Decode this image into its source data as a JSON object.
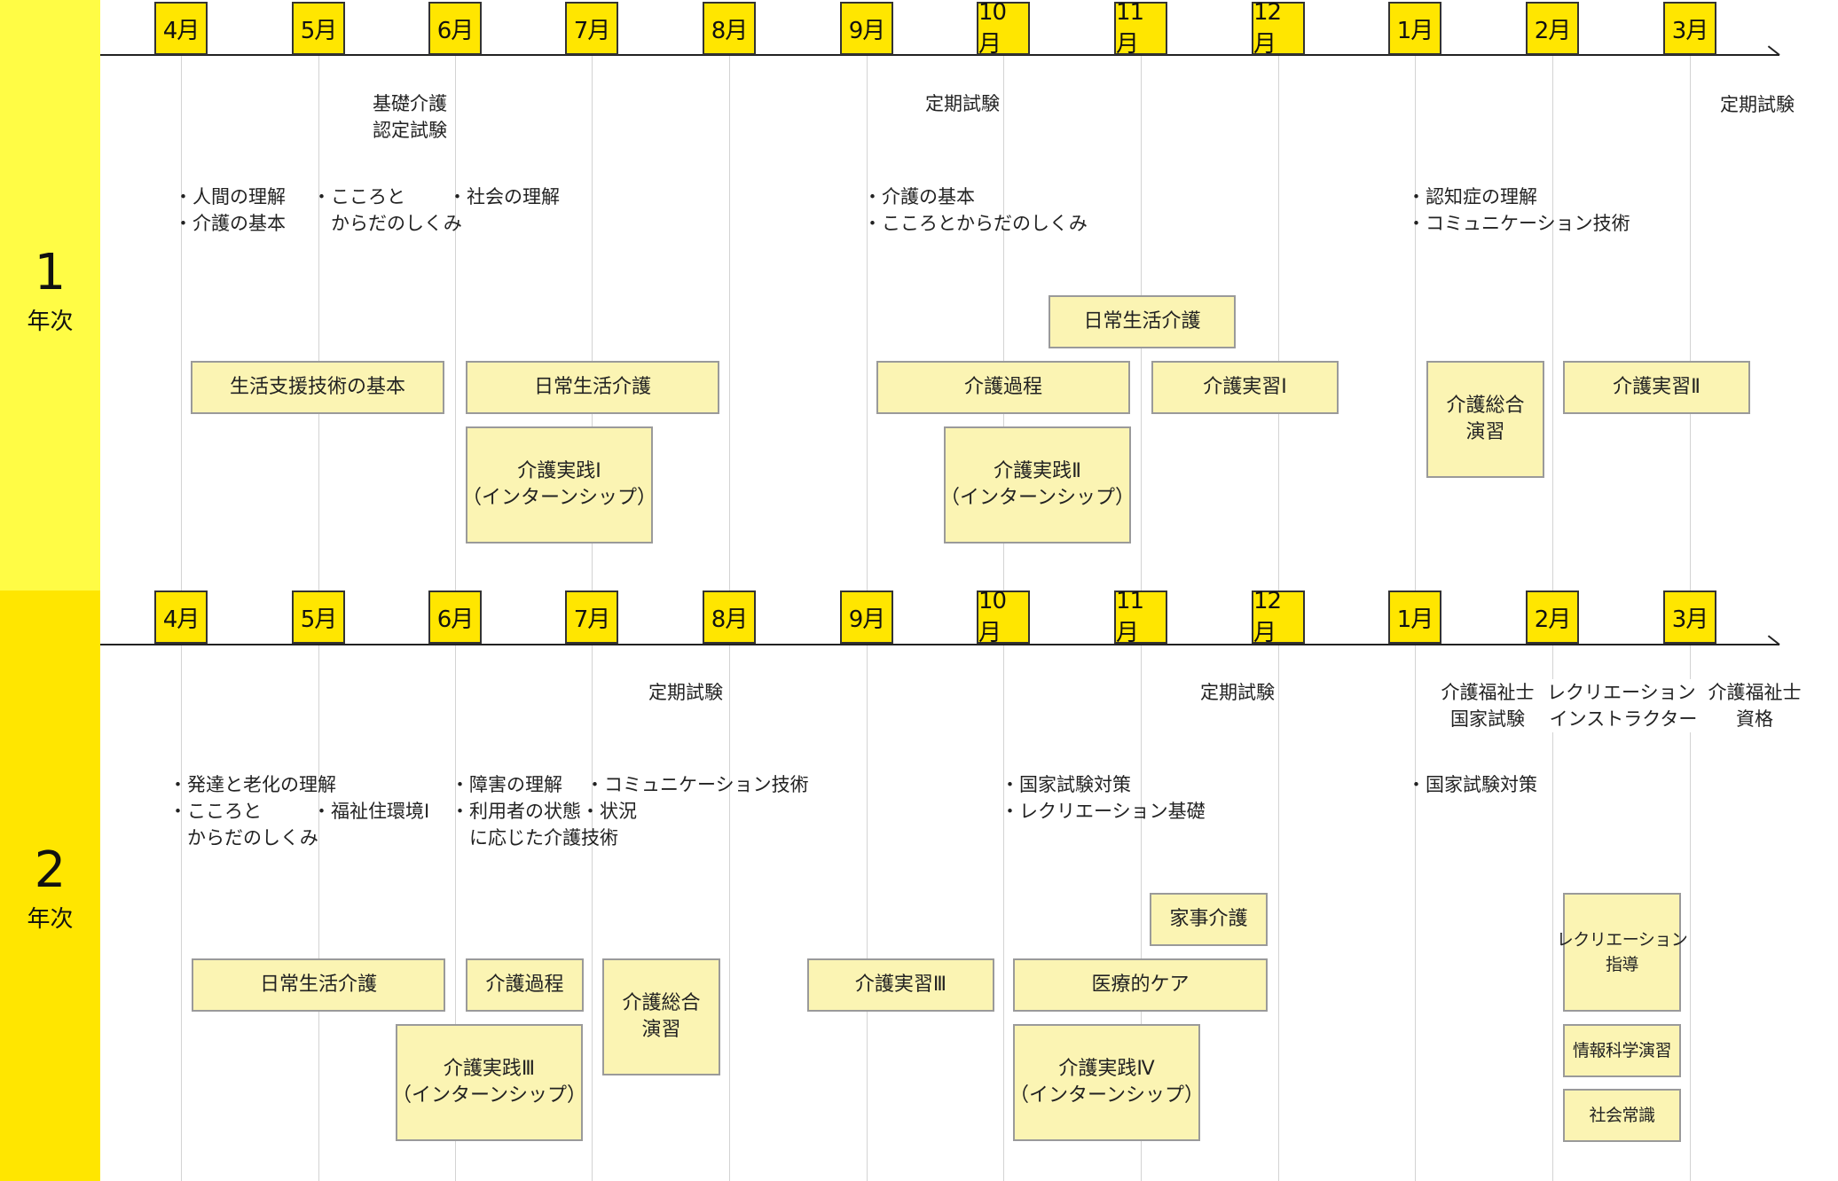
{
  "years": [
    {
      "num": "1",
      "label": "年次",
      "months": [
        "4月",
        "5月",
        "6月",
        "7月",
        "8月",
        "9月",
        "10月",
        "11月",
        "12月",
        "1月",
        "2月",
        "3月"
      ],
      "events": [
        {
          "text": "基礎介護\n認定試験"
        },
        {
          "text": "定期試験"
        },
        {
          "text": "定期試験"
        }
      ],
      "topics": [
        {
          "text": "・人間の理解\n・介護の基本"
        },
        {
          "text": "・こころと\n　からだのしくみ"
        },
        {
          "text": "・社会の理解"
        },
        {
          "text": "・介護の基本\n・こころとからだのしくみ"
        },
        {
          "text": "・認知症の理解\n・コミュニケーション技術"
        }
      ],
      "boxes": [
        {
          "text": "生活支援技術の基本"
        },
        {
          "text": "日常生活介護"
        },
        {
          "text": "介護実践Ⅰ\n（インターンシップ）"
        },
        {
          "text": "日常生活介護"
        },
        {
          "text": "介護過程"
        },
        {
          "text": "介護実習Ⅰ"
        },
        {
          "text": "介護実践Ⅱ\n（インターンシップ）"
        },
        {
          "text": "介護総合\n演習"
        },
        {
          "text": "介護実習Ⅱ"
        }
      ]
    },
    {
      "num": "2",
      "label": "年次",
      "months": [
        "4月",
        "5月",
        "6月",
        "7月",
        "8月",
        "9月",
        "10月",
        "11月",
        "12月",
        "1月",
        "2月",
        "3月"
      ],
      "events": [
        {
          "text": "定期試験"
        },
        {
          "text": "定期試験"
        },
        {
          "text": "介護福祉士\n国家試験"
        },
        {
          "text": "レクリエーション・\nインストラクター"
        },
        {
          "text": "介護福祉士\n資格"
        }
      ],
      "topics": [
        {
          "text": "・発達と老化の理解\n・こころと\n　からだのしくみ"
        },
        {
          "text": "・福祉住環境Ⅰ"
        },
        {
          "text": "・障害の理解\n・利用者の状態・状況\n　に応じた介護技術"
        },
        {
          "text": "・コミュニケーション技術"
        },
        {
          "text": "・国家試験対策\n・レクリエーション基礎"
        },
        {
          "text": "・国家試験対策"
        }
      ],
      "boxes": [
        {
          "text": "日常生活介護"
        },
        {
          "text": "介護過程"
        },
        {
          "text": "介護総合\n演習"
        },
        {
          "text": "介護実践Ⅲ\n（インターンシップ）"
        },
        {
          "text": "介護実習Ⅲ"
        },
        {
          "text": "家事介護"
        },
        {
          "text": "医療的ケア"
        },
        {
          "text": "介護実践Ⅳ\n（インターンシップ）"
        },
        {
          "text": "レクリエーション\n指導"
        },
        {
          "text": "情報科学演習"
        },
        {
          "text": "社会常識"
        }
      ]
    }
  ],
  "colors": {
    "band_year1": "#fffc45",
    "band_year2": "#ffe600",
    "month_marker": "#ffe600",
    "box_fill": "#fbf4b3",
    "box_border": "#9a9a9a",
    "gridline": "#d3d3d3"
  }
}
